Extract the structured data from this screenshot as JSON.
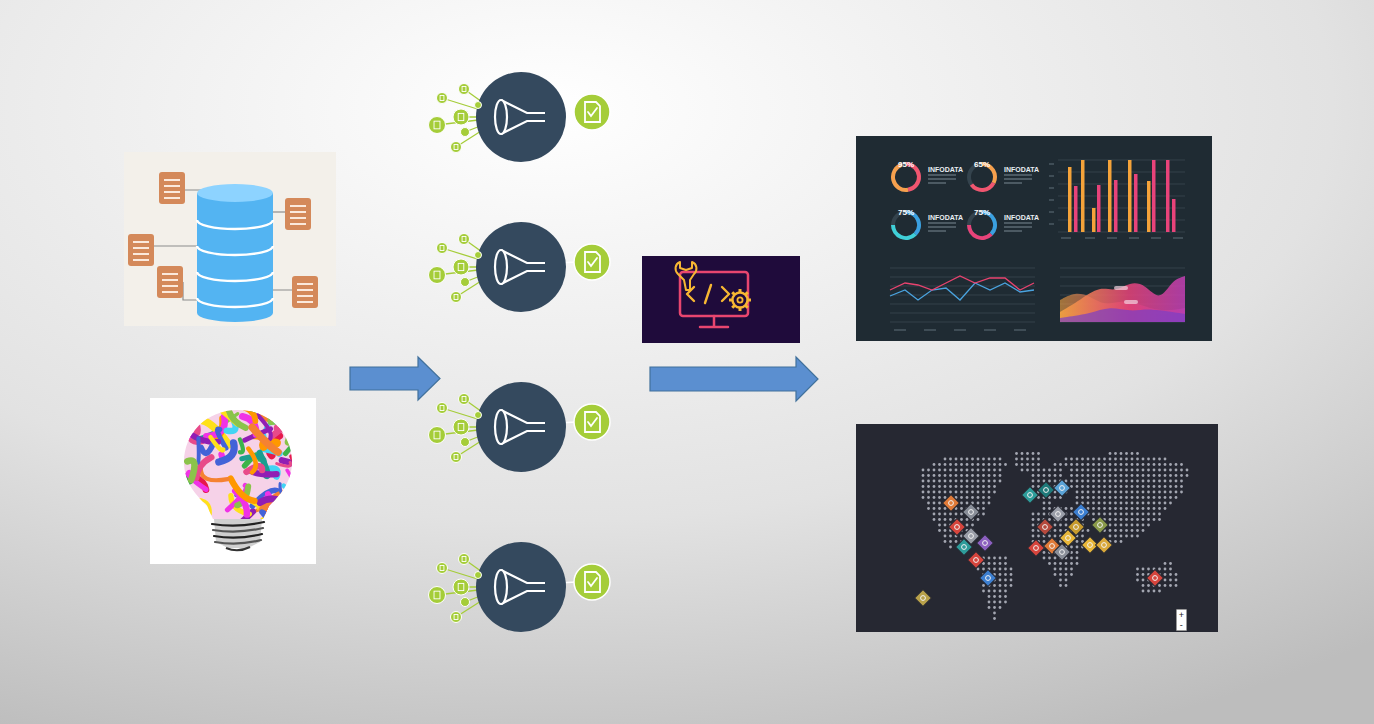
{
  "diagram": {
    "nodes": [
      {
        "text": [
          "95%",
          "INFODATA"
        ]
      },
      {
        "text": [
          "65%",
          "INFODATA"
        ]
      },
      {
        "text": [
          "75%",
          "INFODATA"
        ]
      },
      {
        "text": [
          "75%",
          "INFODATA"
        ]
      },
      {
        "text": [
          "+",
          "-"
        ]
      }
    ]
  }
}
